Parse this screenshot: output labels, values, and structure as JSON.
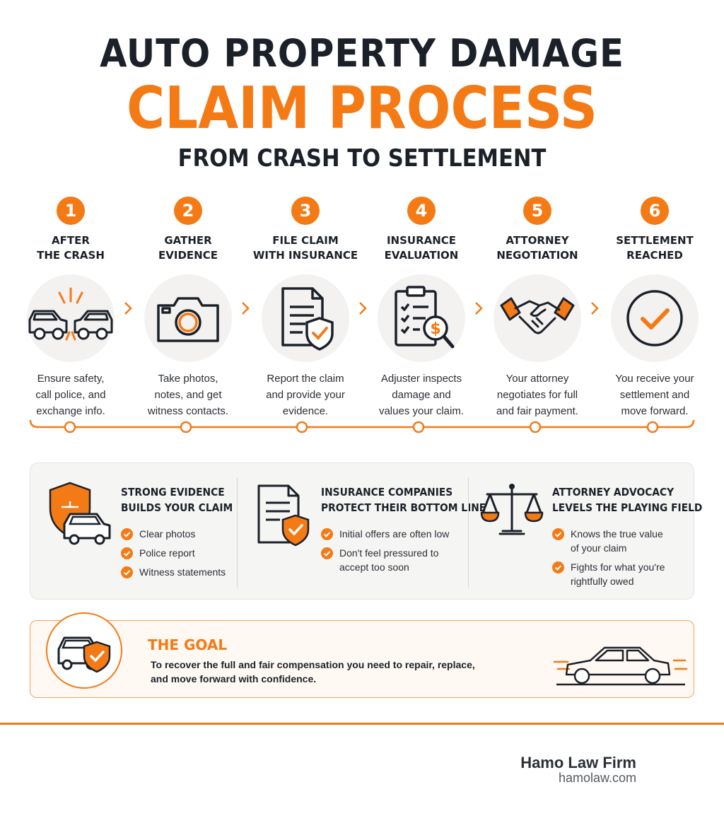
{
  "header": {
    "line1": "AUTO PROPERTY DAMAGE",
    "line2": "CLAIM PROCESS",
    "line3": "FROM CRASH TO SETTLEMENT"
  },
  "steps": [
    {
      "number": "1",
      "title": [
        "AFTER",
        "THE CRASH"
      ],
      "icon": "car-crash-icon",
      "desc": [
        "Ensure safety,",
        "call police, and",
        "exchange info."
      ]
    },
    {
      "number": "2",
      "title": [
        "GATHER",
        "EVIDENCE"
      ],
      "icon": "camera-icon",
      "desc": [
        "Take photos,",
        "notes, and get",
        "witness contacts."
      ]
    },
    {
      "number": "3",
      "title": [
        "FILE CLAIM",
        "WITH INSURANCE"
      ],
      "icon": "document-shield-icon",
      "desc": [
        "Report the claim",
        "and provide your",
        "evidence."
      ]
    },
    {
      "number": "4",
      "title": [
        "INSURANCE",
        "EVALUATION"
      ],
      "icon": "clipboard-magnifier-icon",
      "desc": [
        "Adjuster inspects",
        "damage and",
        "values your claim."
      ]
    },
    {
      "number": "5",
      "title": [
        "ATTORNEY",
        "NEGOTIATION"
      ],
      "icon": "handshake-icon",
      "desc": [
        "Your attorney",
        "negotiates for full",
        "and fair payment."
      ]
    },
    {
      "number": "6",
      "title": [
        "SETTLEMENT",
        "REACHED"
      ],
      "icon": "checkmark-circle-icon",
      "desc": [
        "You receive your",
        "settlement and",
        "move forward."
      ]
    }
  ],
  "panels": [
    {
      "title": [
        "STRONG EVIDENCE",
        "BUILDS YOUR CLAIM"
      ],
      "icon": "shield-car-icon",
      "bullets": [
        [
          "Clear photos"
        ],
        [
          "Police report"
        ],
        [
          "Witness statements"
        ]
      ]
    },
    {
      "title": [
        "INSURANCE COMPANIES",
        "PROTECT THEIR BOTTOM LINE"
      ],
      "icon": "document-shield-icon",
      "bullets": [
        [
          "Initial offers are often low"
        ],
        [
          "Don't feel pressured to",
          "accept too soon"
        ]
      ]
    },
    {
      "title": [
        "ATTORNEY ADVOCACY",
        "LEVELS THE PLAYING FIELD"
      ],
      "icon": "scales-icon",
      "bullets": [
        [
          "Knows the true value",
          "of your claim"
        ],
        [
          "Fights for what you're",
          "rightfully owed"
        ]
      ]
    }
  ],
  "goal": {
    "title": "THE GOAL",
    "text": [
      "To recover the full and fair compensation you need to repair, replace,",
      "and move forward with confidence."
    ]
  },
  "footer": {
    "firm": "Hamo Law Firm",
    "site": "hamolaw.com"
  },
  "colors": {
    "accent": "#f47a16",
    "dark": "#1c2129",
    "panel": "#f5f5f4"
  }
}
